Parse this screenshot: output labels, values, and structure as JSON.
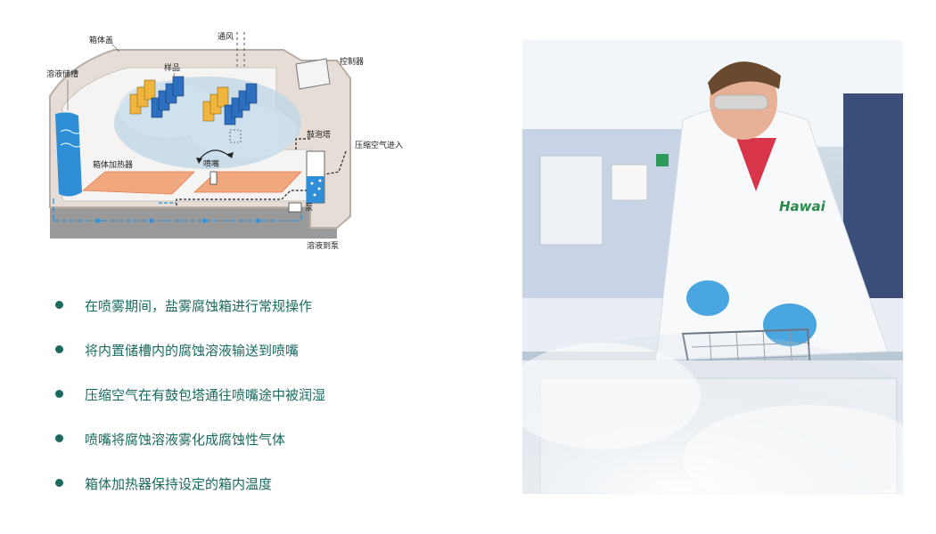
{
  "diagram": {
    "labels": {
      "lid": "箱体盖",
      "vent": "通风",
      "reservoir": "溶液储槽",
      "sample": "样品",
      "controller": "控制器",
      "bubble_tower": "鼓泡塔",
      "air_in": "压缩空气进入",
      "heater": "箱体加热器",
      "nozzle": "喷嘴",
      "pump": "泵",
      "solution_to_pump": "溶液到泵"
    }
  },
  "bullets": [
    "在喷雾期间，盐雾腐蚀箱进行常规操作",
    "将内置储槽内的腐蚀溶液输送到喷嘴",
    "压缩空气在有鼓包塔通往喷嘴途中被润湿",
    "喷嘴将腐蚀溶液雾化成腐蚀性气体",
    "箱体加热器保持设定的箱内温度"
  ],
  "photo": {
    "coat_logo": "Hawai"
  }
}
